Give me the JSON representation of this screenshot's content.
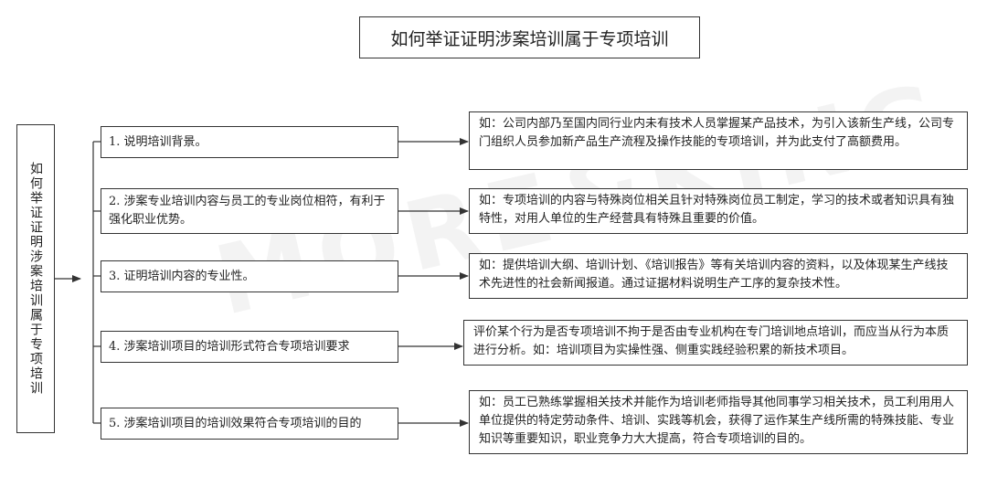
{
  "title": "如何举证证明涉案培训属于专项培训",
  "root": "如何举证证明涉案培训属于专项培训",
  "watermark": "MORE&KING",
  "steps": [
    {
      "label": "1. 说明培训背景。",
      "example": "如：公司内部乃至国内同行业内未有技术人员掌握某产品技术，为引入该新生产线，公司专门组织人员参加新产品生产流程及操作技能的专项培训，并为此支付了高额费用。"
    },
    {
      "label": "2. 涉案专业培训内容与员工的专业岗位相符，有利于强化职业优势。",
      "example": "如：专项培训的内容与特殊岗位相关且针对特殊岗位员工制定，学习的技术或者知识具有独特性，对用人单位的生产经营具有特殊且重要的价值。"
    },
    {
      "label": "3. 证明培训内容的专业性。",
      "example": "如：提供培训大纲、培训计划、《培训报告》等有关培训内容的资料，以及体现某生产线技术先进性的社会新闻报道。通过证据材料说明生产工序的复杂技术性。"
    },
    {
      "label": "4. 涉案培训项目的培训形式符合专项培训要求",
      "example": "评价某个行为是否专项培训不拘于是否由专业机构在专门培训地点培训，而应当从行为本质进行分析。如：培训项目为实操性强、侧重实践经验积累的新技术项目。"
    },
    {
      "label": "5. 涉案培训项目的培训效果符合专项培训的目的",
      "example": "如：员工已熟练掌握相关技术并能作为培训老师指导其他同事学习相关技术，员工利用用人单位提供的特定劳动条件、培训、实践等机会，获得了运作某生产线所需的特殊技能、专业知识等重要知识，职业竞争力大大提高，符合专项培训的目的。"
    }
  ]
}
